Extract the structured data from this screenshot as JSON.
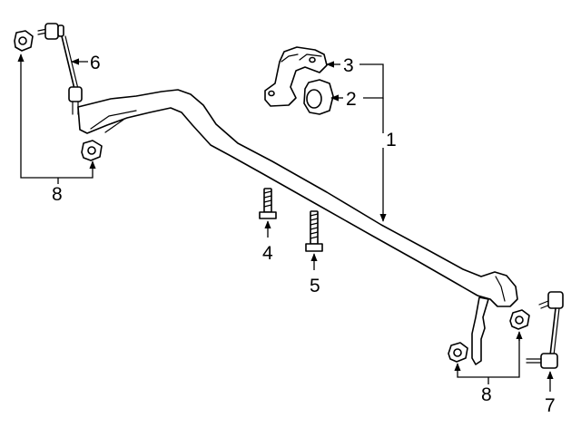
{
  "callouts": {
    "c1": "1",
    "c2": "2",
    "c3": "3",
    "c4": "4",
    "c5": "5",
    "c6": "6",
    "c7": "7",
    "c8_left": "8",
    "c8_right": "8"
  }
}
